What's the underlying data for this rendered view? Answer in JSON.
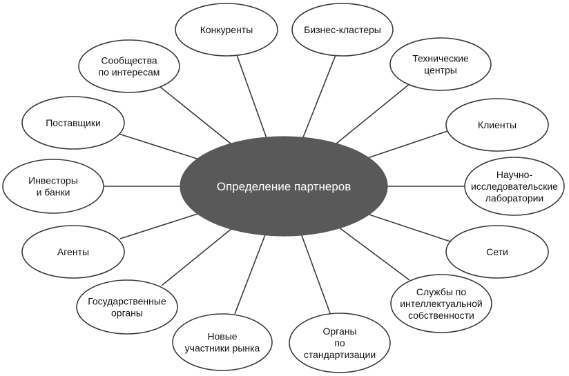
{
  "center": {
    "label": "Определение партнеров",
    "fill_color": "#595959",
    "text_color": "#ffffff"
  },
  "line_color": "#3a3a3a",
  "nodes": [
    {
      "id": "competitors",
      "lines": [
        "Конкуренты"
      ]
    },
    {
      "id": "business-clusters",
      "lines": [
        "Бизнес-кластеры"
      ]
    },
    {
      "id": "technical-centers",
      "lines": [
        "Технические",
        "центры"
      ]
    },
    {
      "id": "clients",
      "lines": [
        "Клиенты"
      ]
    },
    {
      "id": "research-labs",
      "lines": [
        "Научно-",
        "исследовательские",
        "лаборатории"
      ]
    },
    {
      "id": "networks",
      "lines": [
        "Сети"
      ]
    },
    {
      "id": "ip-services",
      "lines": [
        "Службы по",
        "интеллектуальной",
        "собственности"
      ]
    },
    {
      "id": "standardization-bodies",
      "lines": [
        "Органы",
        "по",
        "стандартизации"
      ]
    },
    {
      "id": "new-market-entrants",
      "lines": [
        "Новые",
        "участники рынка"
      ]
    },
    {
      "id": "government-bodies",
      "lines": [
        "Государственные",
        "органы"
      ]
    },
    {
      "id": "agents",
      "lines": [
        "Агенты"
      ]
    },
    {
      "id": "investors-banks",
      "lines": [
        "Инвесторы",
        "и банки"
      ]
    },
    {
      "id": "suppliers",
      "lines": [
        "Поставщики"
      ]
    },
    {
      "id": "interest-communities",
      "lines": [
        "Сообщества",
        "по интересам"
      ]
    }
  ]
}
